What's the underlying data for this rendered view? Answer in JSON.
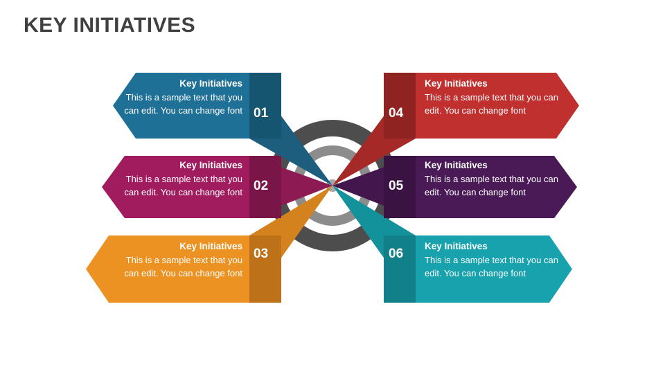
{
  "slide": {
    "title": "KEY INITIATIVES",
    "background": "#ffffff",
    "title_color": "#404040"
  },
  "center": {
    "ring_outer_color": "#4d4d4d",
    "ring_inner_color": "#8c8c8c",
    "hub_color": "#a6a6a6"
  },
  "items": [
    {
      "number": "01",
      "side": "left",
      "heading": "Key Initiatives",
      "body": "This is a sample text that you can edit. You can change font",
      "color": "#1f7096",
      "tab_color": "#16556f",
      "wedge_color": "#1d5e7e"
    },
    {
      "number": "02",
      "side": "left",
      "heading": "Key Initiatives",
      "body": "This is a sample text that you can edit. You can change font",
      "color": "#a01c5e",
      "tab_color": "#7a1547",
      "wedge_color": "#8e1a54"
    },
    {
      "number": "03",
      "side": "left",
      "heading": "Key Initiatives",
      "body": "This is a sample text that you can edit. You can change font",
      "color": "#eb9223",
      "tab_color": "#bd7119",
      "wedge_color": "#d4821d"
    },
    {
      "number": "04",
      "side": "right",
      "heading": "Key Initiatives",
      "body": "This is a sample text that you can edit. You can change font",
      "color": "#c0302f",
      "tab_color": "#8f2322",
      "wedge_color": "#a52927"
    },
    {
      "number": "05",
      "side": "right",
      "heading": "Key Initiatives",
      "body": "This is a sample text that you can edit. You can change font",
      "color": "#4a1a56",
      "tab_color": "#3a1343",
      "wedge_color": "#43164e"
    },
    {
      "number": "06",
      "side": "right",
      "heading": "Key Initiatives",
      "body": "This is a sample text that you can edit. You can change font",
      "color": "#17a2ad",
      "tab_color": "#118089",
      "wedge_color": "#14929b"
    }
  ]
}
